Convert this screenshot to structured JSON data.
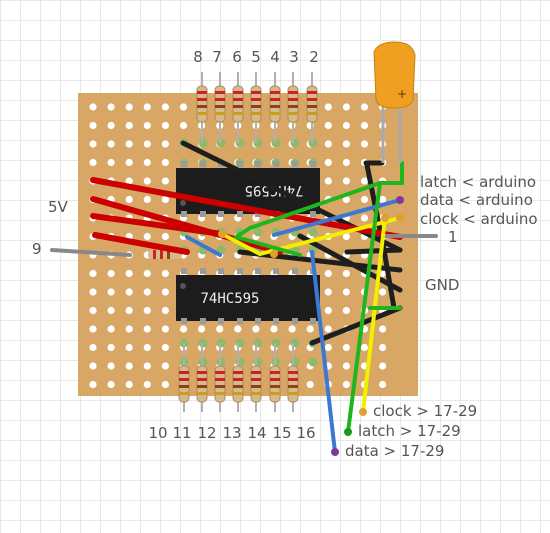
{
  "top_pin_labels": [
    "8",
    "7",
    "6",
    "5",
    "4",
    "3",
    "2"
  ],
  "bottom_pin_labels": [
    "10",
    "11",
    "12",
    "13",
    "14",
    "15",
    "16"
  ],
  "left_labels": {
    "power": "5V",
    "pin_nine": "9"
  },
  "right_labels": {
    "latch_in": "latch < arduino",
    "data_in": "data < arduino",
    "clock_in": "clock < arduino",
    "pin_one": "1",
    "ground": "GND"
  },
  "output_labels": {
    "clock_out": "clock > 17-29",
    "latch_out": "latch > 17-29",
    "data_out": "data > 17-29"
  },
  "chips": {
    "upper": "74HC595",
    "lower": "74HC595"
  },
  "capacitor": {
    "plus_mark": "+"
  },
  "colors": {
    "board": "#d9a765",
    "red_wire": "#cc0000",
    "green_wire": "#1fb51f",
    "yellow_wire": "#f0f000",
    "blue_wire": "#3a78d4",
    "black_wire": "#1e1e1e",
    "capacitor": "#f0a020",
    "chip": "#1c1c1c"
  }
}
